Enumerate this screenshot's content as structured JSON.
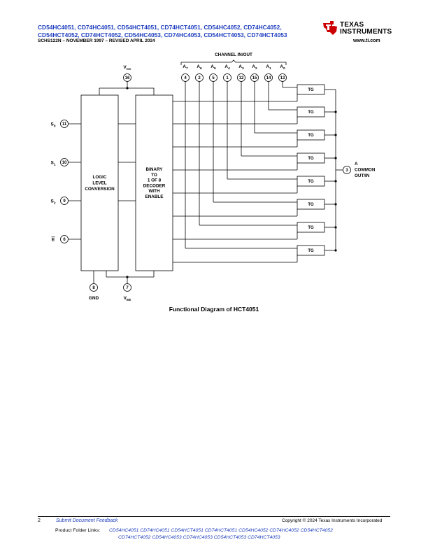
{
  "header": {
    "part_numbers": "CD54HC4051, CD74HC4051, CD54HCT4051, CD74HCT4051, CD54HC4052, CD74HC4052, CD54HCT4052, CD74HCT4052, CD54HC4053, CD74HC4053, CD54HCT4053, CD74HCT4053",
    "doc_id": "SCHS122N – NOVEMBER 1997 – REVISED APRIL 2024",
    "brand_line1": "Texas",
    "brand_line2": "Instruments",
    "url": "www.ti.com"
  },
  "diagram": {
    "channel_label": "CHANNEL IN/OUT",
    "vcc_label": "V",
    "vcc_sub": "CC",
    "vcc_pin": "16",
    "channels": [
      {
        "label": "A",
        "sub": "7",
        "pin": "4"
      },
      {
        "label": "A",
        "sub": "6",
        "pin": "2"
      },
      {
        "label": "A",
        "sub": "5",
        "pin": "5"
      },
      {
        "label": "A",
        "sub": "4",
        "pin": "1"
      },
      {
        "label": "A",
        "sub": "3",
        "pin": "12"
      },
      {
        "label": "A",
        "sub": "2",
        "pin": "15"
      },
      {
        "label": "A",
        "sub": "1",
        "pin": "14"
      },
      {
        "label": "A",
        "sub": "0",
        "pin": "13"
      }
    ],
    "inputs": [
      {
        "label": "S",
        "sub": "0",
        "pin": "11"
      },
      {
        "label": "S",
        "sub": "1",
        "pin": "10"
      },
      {
        "label": "S",
        "sub": "2",
        "pin": "9"
      },
      {
        "label": "E",
        "sub": "",
        "pin": "6"
      }
    ],
    "logic_block": [
      "LOGIC",
      "LEVEL",
      "CONVERSION"
    ],
    "decoder_block": [
      "BINARY",
      "TO",
      "1 OF 8",
      "DECODER",
      "WITH",
      "ENABLE"
    ],
    "tg_label": "TG",
    "gnd_pin": "8",
    "gnd_label": "GND",
    "vee_pin": "7",
    "vee_label": "V",
    "vee_sub": "EE",
    "common_pin": "3",
    "common_label": [
      "A",
      "COMMON",
      "OUT/IN"
    ]
  },
  "caption": "Functional Diagram of HCT4051",
  "footer": {
    "page": "2",
    "feedback": "Submit Document Feedback",
    "copyright": "Copyright © 2024 Texas Instruments Incorporated",
    "links_label": "Product Folder Links:",
    "links_line1": "CD54HC4051 CD74HC4051 CD54HCT4051 CD74HCT4051 CD54HC4052 CD74HC4052 CD54HCT4052",
    "links_line2": "CD74HCT4052 CD54HC4053 CD74HC4053 CD54HCT4053 CD74HCT4053"
  }
}
